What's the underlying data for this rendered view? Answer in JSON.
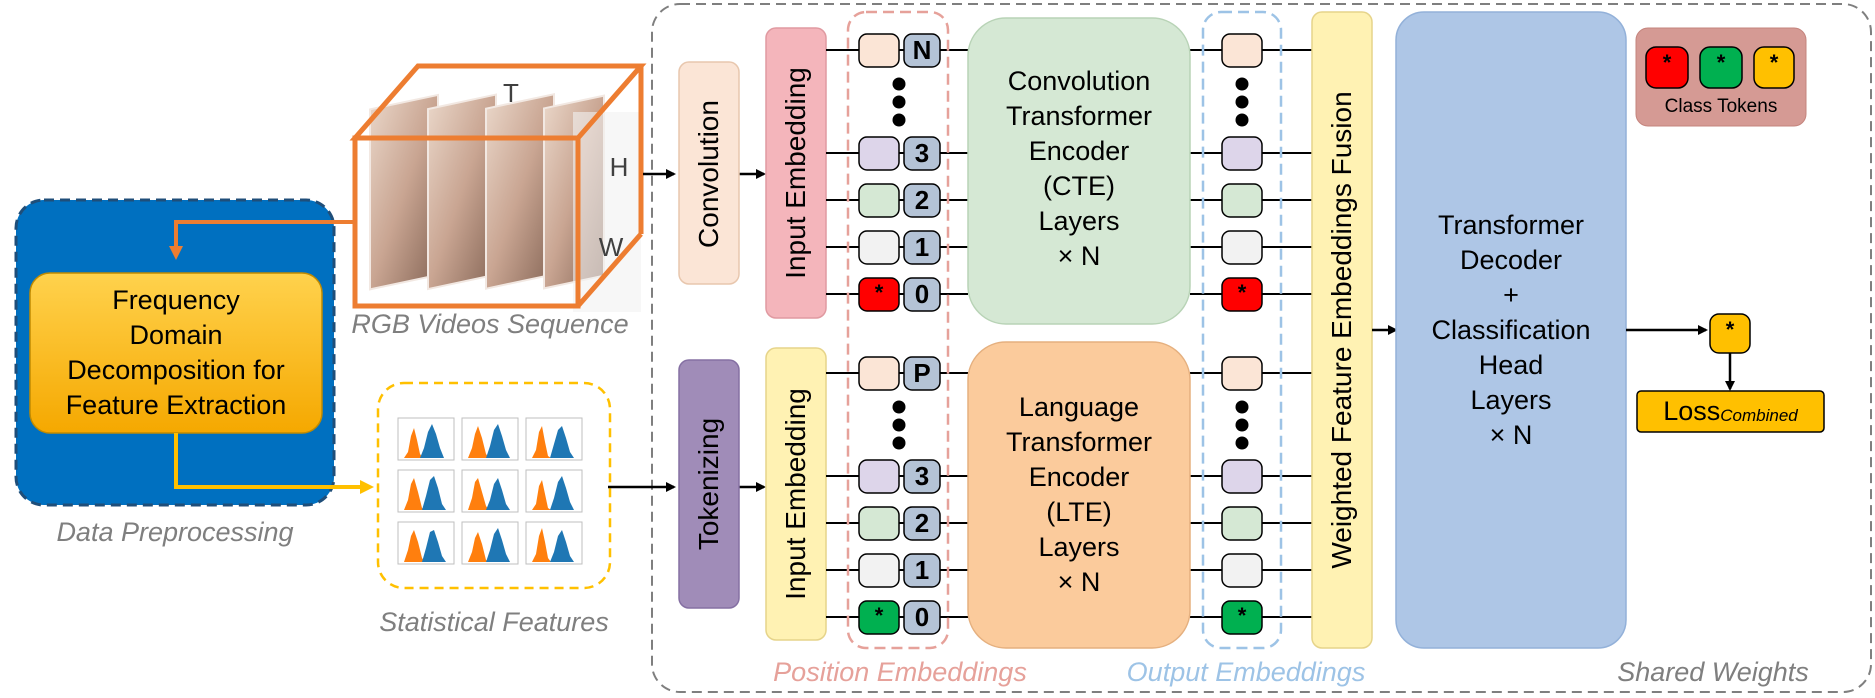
{
  "data_preprocessing": {
    "label": "Data Preprocessing",
    "freq_box_lines": [
      "Frequency",
      "Domain",
      "Decomposition for",
      "Feature Extraction"
    ]
  },
  "rgb_videos": {
    "label": "RGB Videos Sequence",
    "axis_t": "T",
    "axis_h": "H",
    "axis_w": "W"
  },
  "statistical_features": {
    "label": "Statistical Features"
  },
  "convolution": {
    "label": "Convolution"
  },
  "tokenizing": {
    "label": "Tokenizing"
  },
  "input_embedding_top": {
    "label": "Input Embedding"
  },
  "input_embedding_bottom": {
    "label": "Input Embedding"
  },
  "position_embeddings": {
    "label": "Position Embeddings",
    "top_tokens": [
      "N",
      "3",
      "2",
      "1",
      "0"
    ],
    "bottom_tokens": [
      "P",
      "3",
      "2",
      "1",
      "0"
    ]
  },
  "cte": {
    "lines": [
      "Convolution",
      "Transformer",
      "Encoder",
      "(CTE)",
      "Layers",
      "× N"
    ]
  },
  "lte": {
    "lines": [
      "Language",
      "Transformer",
      "Encoder",
      "(LTE)",
      "Layers",
      "× N"
    ]
  },
  "output_embeddings": {
    "label": "Output Embeddings"
  },
  "fusion": {
    "label": "Weighted Feature Embeddings Fusion"
  },
  "decoder": {
    "lines": [
      "Transformer",
      "Decoder",
      "+",
      "Classification",
      "Head",
      "Layers",
      "× N"
    ]
  },
  "class_tokens": {
    "label": "Class Tokens",
    "symbol": "*"
  },
  "output_token": {
    "symbol": "*"
  },
  "loss": {
    "main": "Loss",
    "subscript": "Combined"
  },
  "shared_weights": {
    "label": "Shared Weights"
  },
  "colors": {
    "dp_blue": "#0070c0",
    "gold": "#ffc000",
    "orange_frame": "#ed7d31",
    "conv_box": "#fbe5d6",
    "tok_box": "#a08cb8",
    "input_emb": "#f4b5bb",
    "input_emb_bottom": "#fff2b3",
    "cte": "#d5e8d4",
    "lte": "#fbcb9c",
    "fusion": "#fff2b3",
    "decoder": "#aec6e6",
    "class_tokens_bg": "#d59a94",
    "red": "#ff0000",
    "green": "#00b050",
    "pos_dash": "#e6a19a",
    "out_dash": "#9dc3e6",
    "grey_dash": "#7f7f7f",
    "pos_token": "#b4c3d6"
  }
}
